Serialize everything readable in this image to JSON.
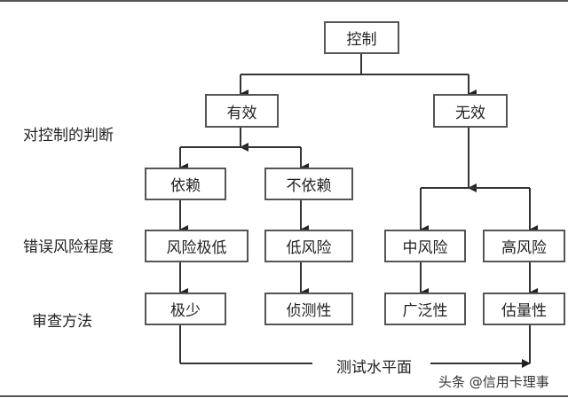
{
  "diagram": {
    "root": "控制",
    "level1": [
      "有效",
      "无效"
    ],
    "level2": [
      "依赖",
      "不依赖"
    ],
    "risk_level": [
      "风险极低",
      "低风险",
      "中风险",
      "高风险"
    ],
    "review_method": [
      "极少",
      "侦测性",
      "广泛性",
      "估量性"
    ],
    "test_level_label": "测试水平面"
  },
  "row_labels": {
    "judgment": "对控制的判断",
    "risk_degree": "错误风险程度",
    "review_method": "审查方法"
  },
  "watermark": "头条 @信用卡理事",
  "colors": {
    "line": "#333333",
    "box_border": "#555555",
    "text": "#222222",
    "background": "#ffffff"
  }
}
